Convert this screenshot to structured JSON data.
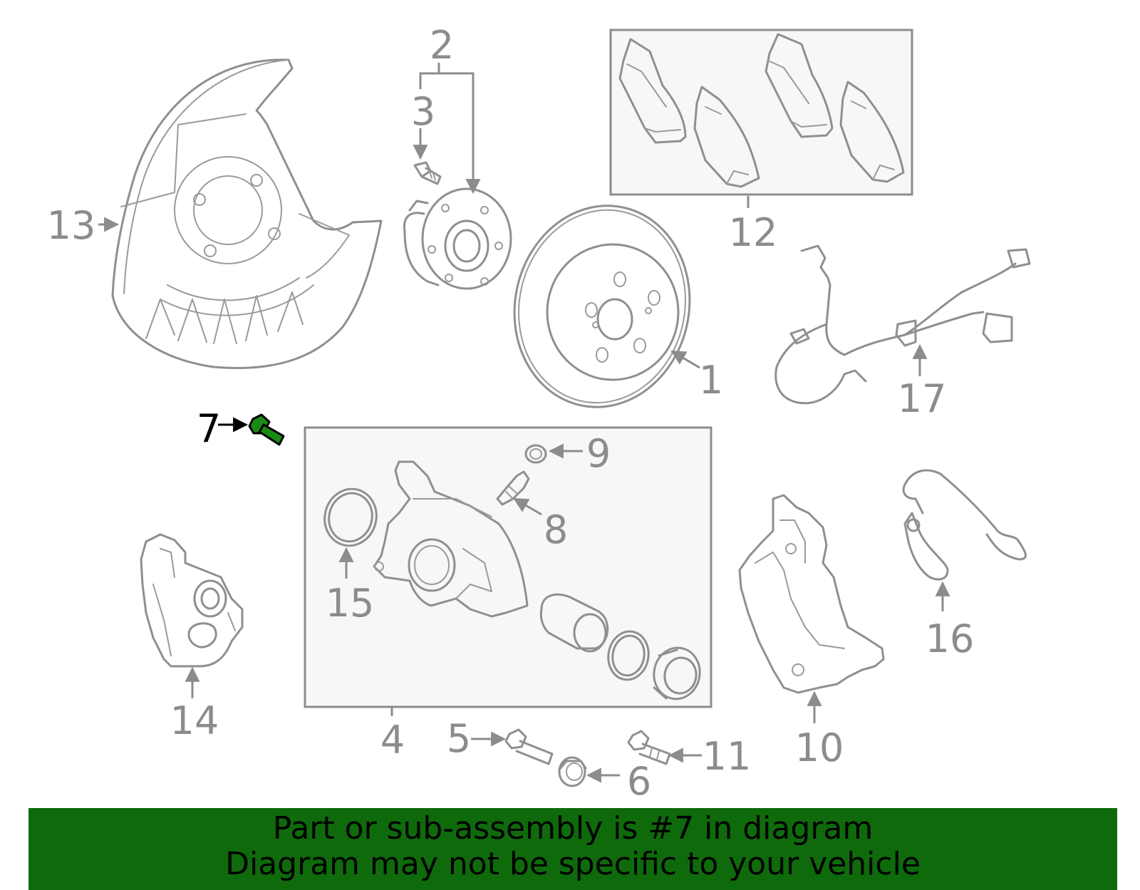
{
  "highlight_color": "#0f6a0c",
  "highlighted_part": "7",
  "callouts": {
    "c1": "1",
    "c2": "2",
    "c3": "3",
    "c4": "4",
    "c5": "5",
    "c6": "6",
    "c7": "7",
    "c8": "8",
    "c9": "9",
    "c10": "10",
    "c11": "11",
    "c12": "12",
    "c13": "13",
    "c14": "14",
    "c15": "15",
    "c16": "16",
    "c17": "17"
  },
  "banner": {
    "line1": "Part or sub-assembly is #7 in diagram",
    "line2": "Diagram may not be specific to your vehicle"
  }
}
